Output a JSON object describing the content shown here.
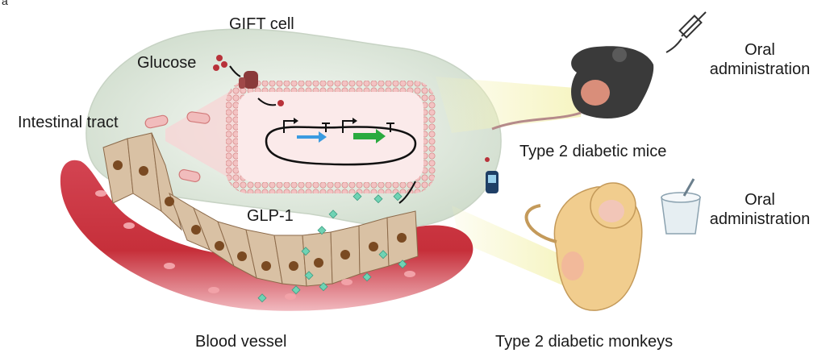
{
  "panel_letter": "a",
  "labels": {
    "gift_cell": "GIFT cell",
    "glucose": "Glucose",
    "intestinal_tract": "Intestinal tract",
    "glp1": "GLP-1",
    "blood_vessel": "Blood vessel",
    "oral_admin_1": "Oral administration",
    "oral_admin_2": "Oral administration",
    "mice": "Type 2 diabetic mice",
    "monkeys": "Type 2 diabetic monkeys"
  },
  "colors": {
    "cell_background": "#d9e4d6",
    "membrane": "#e8a9a9",
    "vessel": "#c8323c",
    "epithelium": "#d9c1a4",
    "nucleus": "#7a4a22",
    "glp1_marker": "#6fd3b4",
    "promoter_blue": "#3a9be0",
    "gene_green": "#2aaa3f",
    "mouse": "#3a3a3a",
    "monkey": "#f1cd8e"
  },
  "icons": [
    "glucose-transporter-icon",
    "plasmid-icon",
    "syringe-icon",
    "glucometer-icon",
    "yogurt-cup-icon",
    "mouse-icon",
    "monkey-icon"
  ]
}
